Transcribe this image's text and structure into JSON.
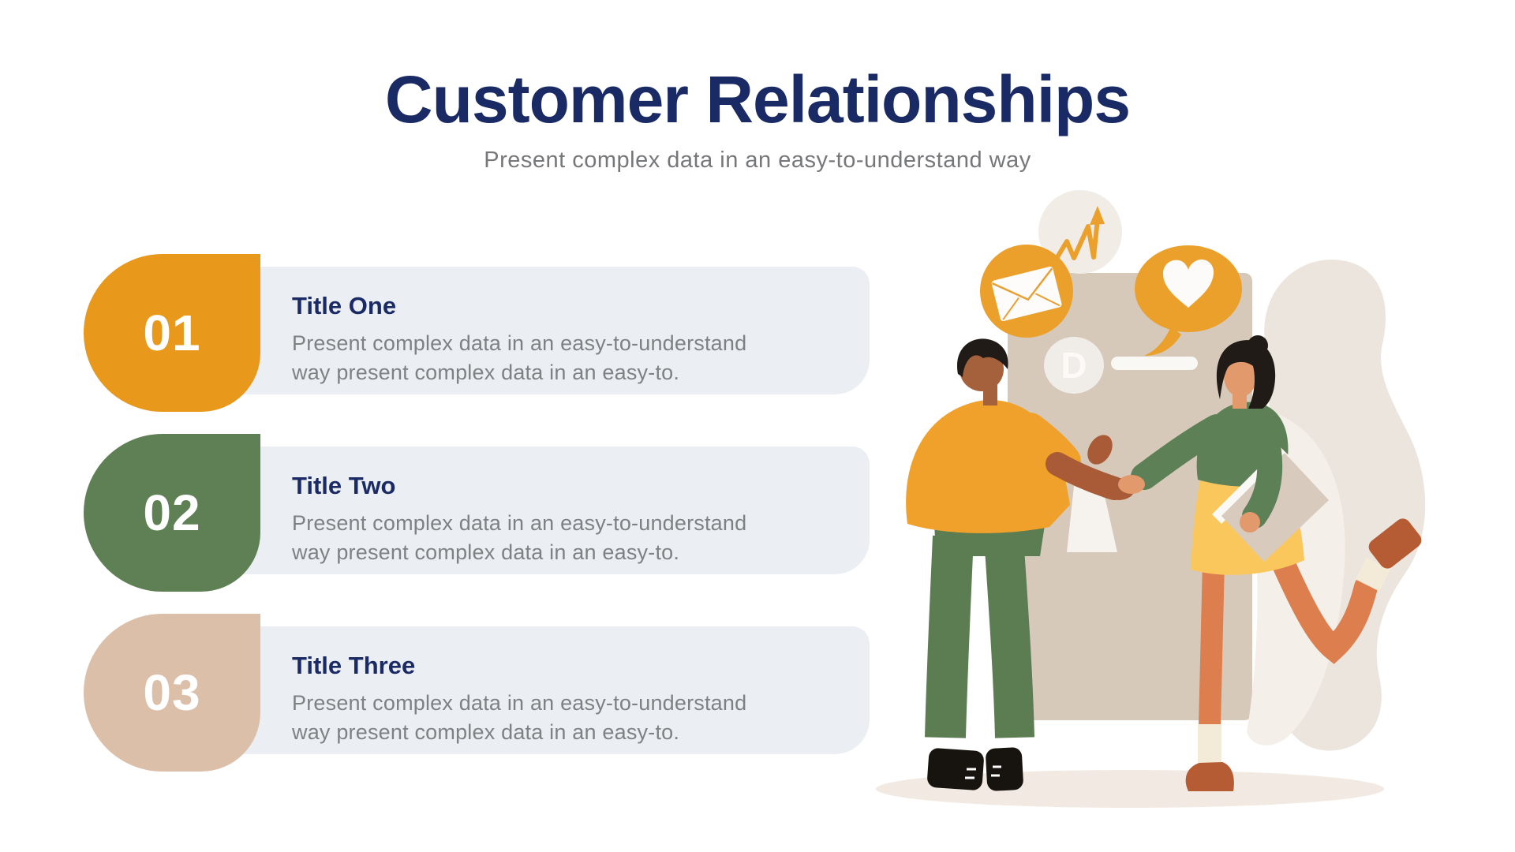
{
  "header": {
    "title": "Customer Relationships",
    "subtitle": "Present complex data in an easy-to-understand way"
  },
  "items": [
    {
      "number": "01",
      "title": "Title One",
      "description": "Present complex data in an easy-to-understand\nway present complex data in an easy-to.",
      "color": "#E8981B"
    },
    {
      "number": "02",
      "title": "Title Two",
      "description": "Present complex data in an easy-to-understand\nway present complex data in an easy-to.",
      "color": "#5F8054"
    },
    {
      "number": "03",
      "title": "Title Three",
      "description": "Present complex data in an easy-to-understand\nway present complex data in an easy-to.",
      "color": "#DCBFA9"
    }
  ],
  "colors": {
    "title_navy": "#1A2A64",
    "subtitle_gray": "#76777A",
    "body_gray": "#7E8184",
    "panel_gray": "#EBEFF3",
    "accent_orange": "#E8981B",
    "accent_green": "#5F8054",
    "accent_tan": "#DCBFA9"
  },
  "illustration": {
    "scene": "Two people shaking hands in front of a tan board with communication icons",
    "avatar_letter": "D",
    "icons": [
      {
        "name": "trend-up-icon",
        "glyph": "zigzag growth arrow",
        "circle_color": "#F1ECE6",
        "accent": "#EBA02B"
      },
      {
        "name": "envelope-icon",
        "glyph": "mail envelope",
        "circle_color": "#EBA02B",
        "accent": "#FDFCFA"
      },
      {
        "name": "heart-bubble-icon",
        "glyph": "heart in speech bubble",
        "circle_color": "#EBA02B",
        "accent": "#FCFBF9"
      }
    ],
    "palette": {
      "board": "#D7C9BA",
      "blob": "#ECE5DD",
      "shadow": "#F2EAE2",
      "man_shirt": "#F0A12B",
      "man_pants": "#5C7D52",
      "man_skin": "#A4613B",
      "woman_sweater": "#5D8056",
      "woman_skirt": "#FAC75D",
      "woman_skin": "#E2996B",
      "woman_leg": "#DD7E4E",
      "shoes_rust": "#B65C35",
      "hair_black": "#201B17"
    }
  }
}
